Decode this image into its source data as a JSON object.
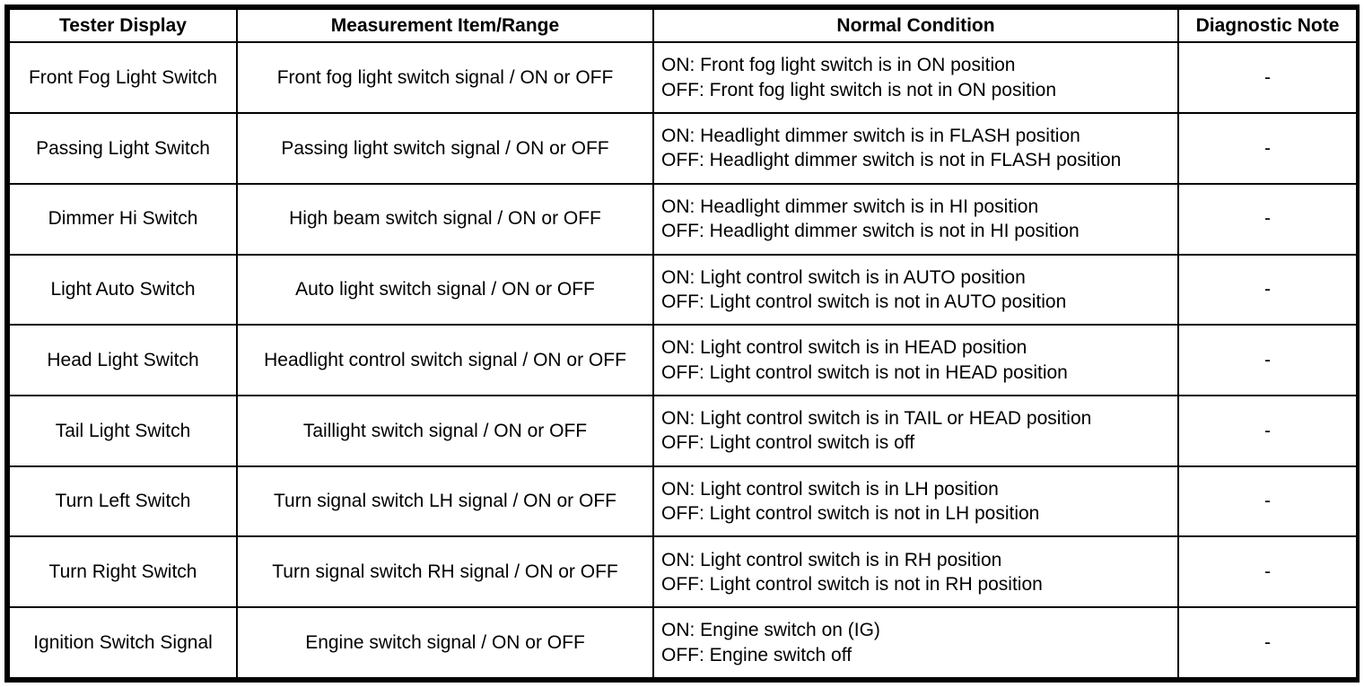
{
  "table": {
    "columns": [
      {
        "key": "tester_display",
        "label": "Tester Display"
      },
      {
        "key": "measurement_item_range",
        "label": "Measurement Item/Range"
      },
      {
        "key": "normal_condition",
        "label": "Normal Condition"
      },
      {
        "key": "diagnostic_note",
        "label": "Diagnostic Note"
      }
    ],
    "rows": [
      {
        "tester_display": "Front Fog Light Switch",
        "measurement_item_range": "Front fog light switch signal / ON or OFF",
        "normal_condition_on": "ON: Front fog light switch is in ON position",
        "normal_condition_off": "OFF: Front fog light switch is not in ON position",
        "diagnostic_note": "-"
      },
      {
        "tester_display": "Passing Light Switch",
        "measurement_item_range": "Passing light switch signal / ON or OFF",
        "normal_condition_on": "ON: Headlight dimmer switch is in FLASH position",
        "normal_condition_off": "OFF: Headlight dimmer switch is not in FLASH position",
        "diagnostic_note": "-"
      },
      {
        "tester_display": "Dimmer Hi Switch",
        "measurement_item_range": "High beam switch signal / ON or OFF",
        "normal_condition_on": "ON: Headlight dimmer switch is in HI position",
        "normal_condition_off": "OFF: Headlight dimmer switch is not in HI position",
        "diagnostic_note": "-"
      },
      {
        "tester_display": "Light Auto Switch",
        "measurement_item_range": "Auto light switch signal / ON or OFF",
        "normal_condition_on": "ON: Light control switch is in AUTO position",
        "normal_condition_off": "OFF: Light control switch is not in AUTO position",
        "diagnostic_note": "-"
      },
      {
        "tester_display": "Head Light Switch",
        "measurement_item_range": "Headlight control switch signal / ON or OFF",
        "normal_condition_on": "ON: Light control switch is in HEAD position",
        "normal_condition_off": "OFF: Light control switch is not in HEAD position",
        "diagnostic_note": "-"
      },
      {
        "tester_display": "Tail Light Switch",
        "measurement_item_range": "Taillight switch signal / ON or OFF",
        "normal_condition_on": "ON: Light control switch is in TAIL or HEAD position",
        "normal_condition_off": "OFF: Light control switch is off",
        "diagnostic_note": "-"
      },
      {
        "tester_display": "Turn Left Switch",
        "measurement_item_range": "Turn signal switch LH signal / ON or OFF",
        "normal_condition_on": "ON: Light control switch is in LH position",
        "normal_condition_off": "OFF: Light control switch is not in LH position",
        "diagnostic_note": "-"
      },
      {
        "tester_display": "Turn Right Switch",
        "measurement_item_range": "Turn signal switch RH signal / ON or OFF",
        "normal_condition_on": "ON: Light control switch is in RH position",
        "normal_condition_off": "OFF: Light control switch is not in RH position",
        "diagnostic_note": "-"
      },
      {
        "tester_display": "Ignition Switch Signal",
        "measurement_item_range": "Engine switch signal / ON or OFF",
        "normal_condition_on": "ON: Engine switch on (IG)",
        "normal_condition_off": "OFF: Engine switch off",
        "diagnostic_note": "-"
      }
    ]
  },
  "colors": {
    "border": "#000000",
    "text": "#000000",
    "background": "#ffffff"
  }
}
